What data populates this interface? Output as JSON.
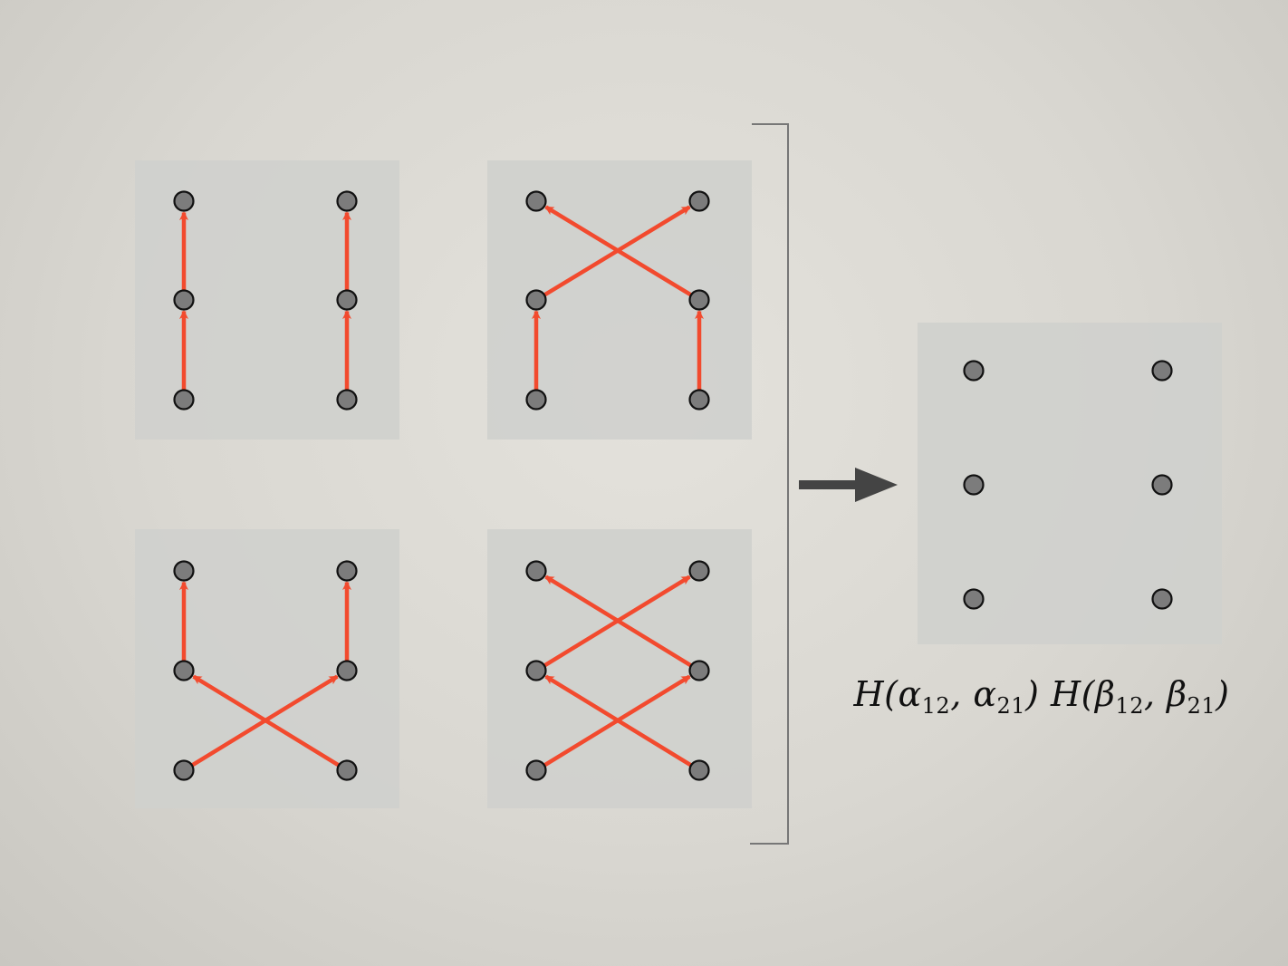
{
  "colors": {
    "background": "#dcdad4",
    "panel": "#cfd0cd",
    "edge": "#f24a2e",
    "node_fill": "#7c7c7c",
    "node_stroke": "#111111",
    "bracket": "#777777",
    "big_arrow": "#444444"
  },
  "panels": [
    {
      "id": "panel-top-left",
      "edges": [
        {
          "from": "bl",
          "to": "ml"
        },
        {
          "from": "ml",
          "to": "tl"
        },
        {
          "from": "br",
          "to": "mr"
        },
        {
          "from": "mr",
          "to": "tr"
        }
      ]
    },
    {
      "id": "panel-top-right",
      "edges": [
        {
          "from": "bl",
          "to": "ml"
        },
        {
          "from": "br",
          "to": "mr"
        },
        {
          "from": "ml",
          "to": "tr"
        },
        {
          "from": "mr",
          "to": "tl"
        }
      ]
    },
    {
      "id": "panel-bottom-left",
      "edges": [
        {
          "from": "bl",
          "to": "mr"
        },
        {
          "from": "br",
          "to": "ml"
        },
        {
          "from": "ml",
          "to": "tl"
        },
        {
          "from": "mr",
          "to": "tr"
        }
      ]
    },
    {
      "id": "panel-bottom-right",
      "edges": [
        {
          "from": "bl",
          "to": "mr"
        },
        {
          "from": "br",
          "to": "ml"
        },
        {
          "from": "ml",
          "to": "tr"
        },
        {
          "from": "mr",
          "to": "tl"
        }
      ]
    }
  ],
  "result_panel": {
    "id": "panel-result",
    "edges": []
  },
  "formula": {
    "h1": "H(",
    "a": "α",
    "a_sub1": "12",
    "comma1": ", ",
    "a2": "α",
    "a_sub2": "21",
    "close1": ")",
    "h2": " H(",
    "b": "β",
    "b_sub1": "12",
    "comma2": ", ",
    "b2": "β",
    "b_sub2": "21",
    "close2": ")"
  }
}
